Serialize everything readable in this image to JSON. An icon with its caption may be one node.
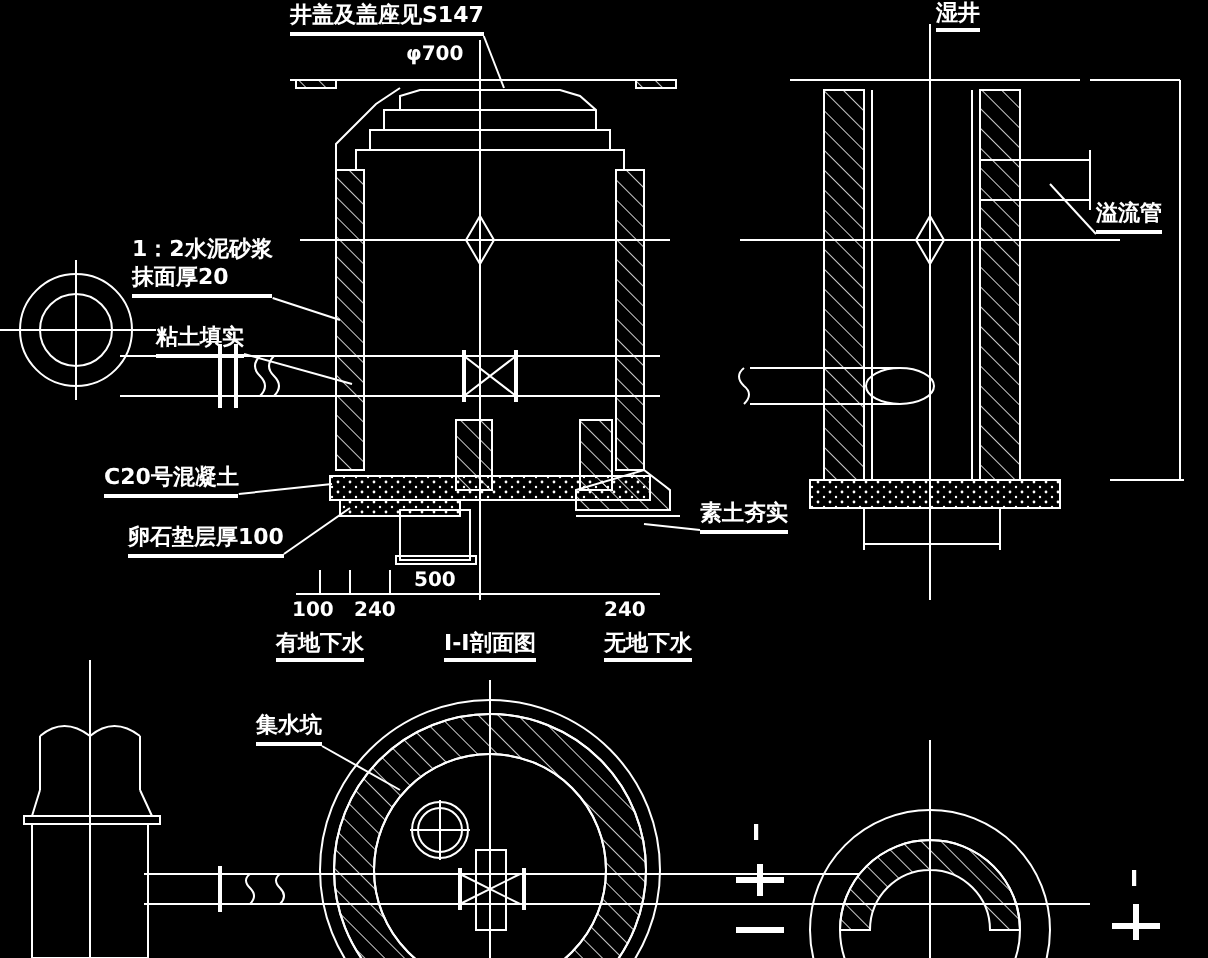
{
  "diagram": {
    "nodes": [
      {
        "text": [
          "井盖及盖座见S147"
        ]
      },
      {
        "text": [
          "1：2水泥砂浆",
          "抹面厚20"
        ]
      },
      {
        "text": [
          "粘土填实"
        ]
      },
      {
        "text": [
          "C20号混凝土"
        ]
      },
      {
        "text": [
          "卵石垫层厚100"
        ]
      },
      {
        "text": [
          "溢流管"
        ]
      },
      {
        "text": [
          "素土夯实"
        ]
      },
      {
        "text": [
          "集水坑"
        ]
      }
    ],
    "edges": [
      {
        "from": 0,
        "to": null,
        "arrow": "none"
      },
      {
        "from": 1,
        "to": null,
        "arrow": "none"
      },
      {
        "from": 2,
        "to": null,
        "arrow": "none"
      },
      {
        "from": 3,
        "to": null,
        "arrow": "none"
      },
      {
        "from": 4,
        "to": null,
        "arrow": "none"
      },
      {
        "from": 5,
        "to": null,
        "arrow": "none"
      },
      {
        "from": 6,
        "to": null,
        "arrow": "none"
      },
      {
        "from": 7,
        "to": null,
        "arrow": "none"
      }
    ],
    "labels": [
      "φ700",
      "湿井",
      "100",
      "240",
      "500",
      "240",
      "有地下水",
      "I-I剖面图",
      "无地下水",
      "I",
      "I"
    ]
  }
}
